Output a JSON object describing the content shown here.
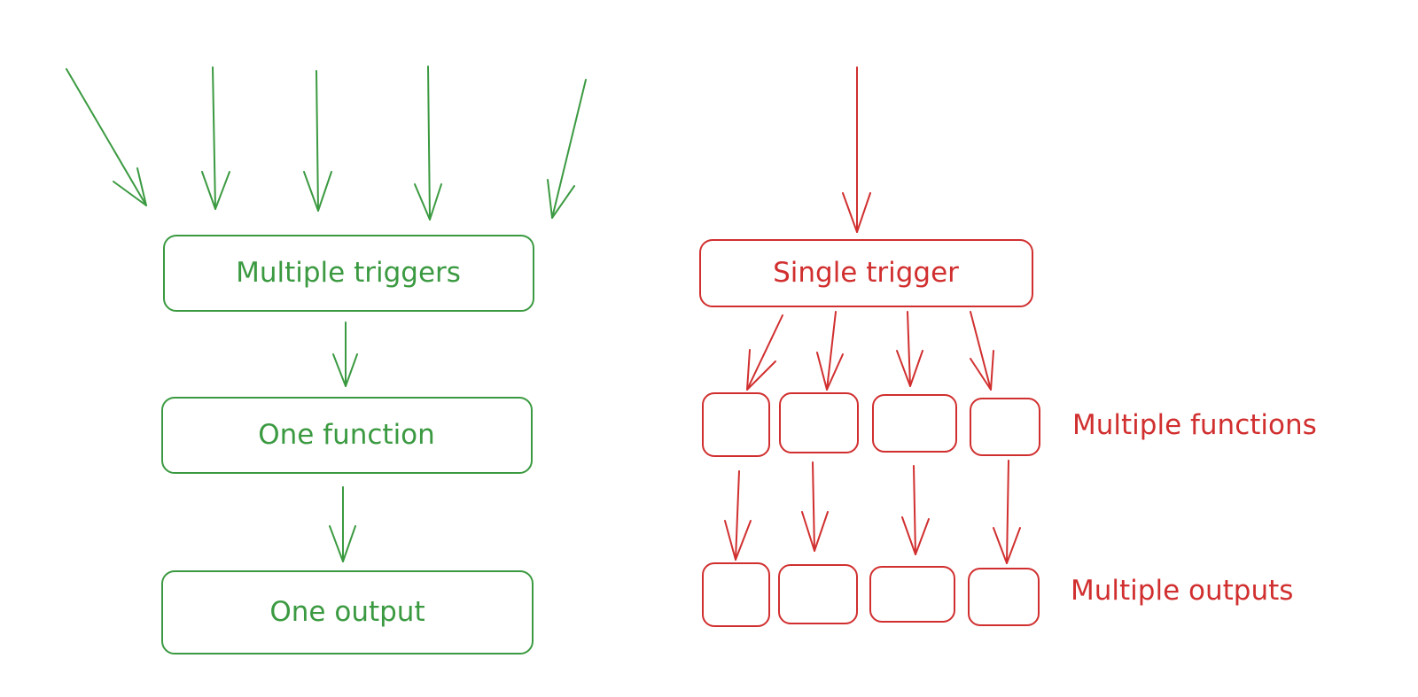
{
  "colors": {
    "left_accent": "#3b9a41",
    "right_accent": "#d12f2f"
  },
  "left_flow": {
    "incoming_arrow_count": 5,
    "steps": [
      {
        "label": "Multiple triggers"
      },
      {
        "label": "One function"
      },
      {
        "label": "One output"
      }
    ]
  },
  "right_flow": {
    "incoming_arrow_count": 1,
    "trigger": {
      "label": "Single trigger"
    },
    "functions": {
      "count": 4,
      "label": "Multiple functions"
    },
    "outputs": {
      "count": 4,
      "label": "Multiple outputs"
    }
  }
}
